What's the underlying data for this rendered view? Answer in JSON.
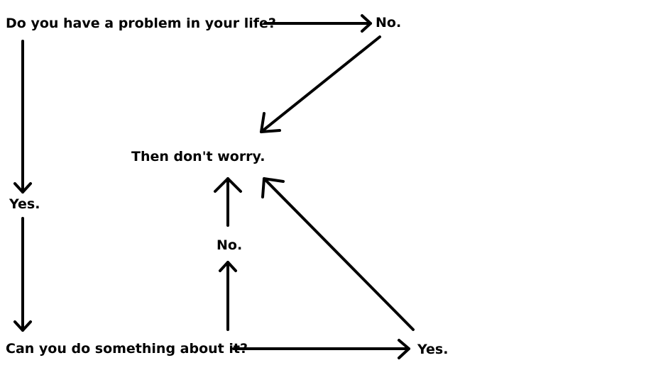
{
  "nodes": {
    "question_problem": "Do you have a problem in your life?",
    "answer_no_top": "No.",
    "outcome_dont_worry": "Then don't worry.",
    "answer_yes_left": "Yes.",
    "answer_no_middle": "No.",
    "question_can_do": "Can you do something about it?",
    "answer_yes_bottom": "Yes."
  }
}
